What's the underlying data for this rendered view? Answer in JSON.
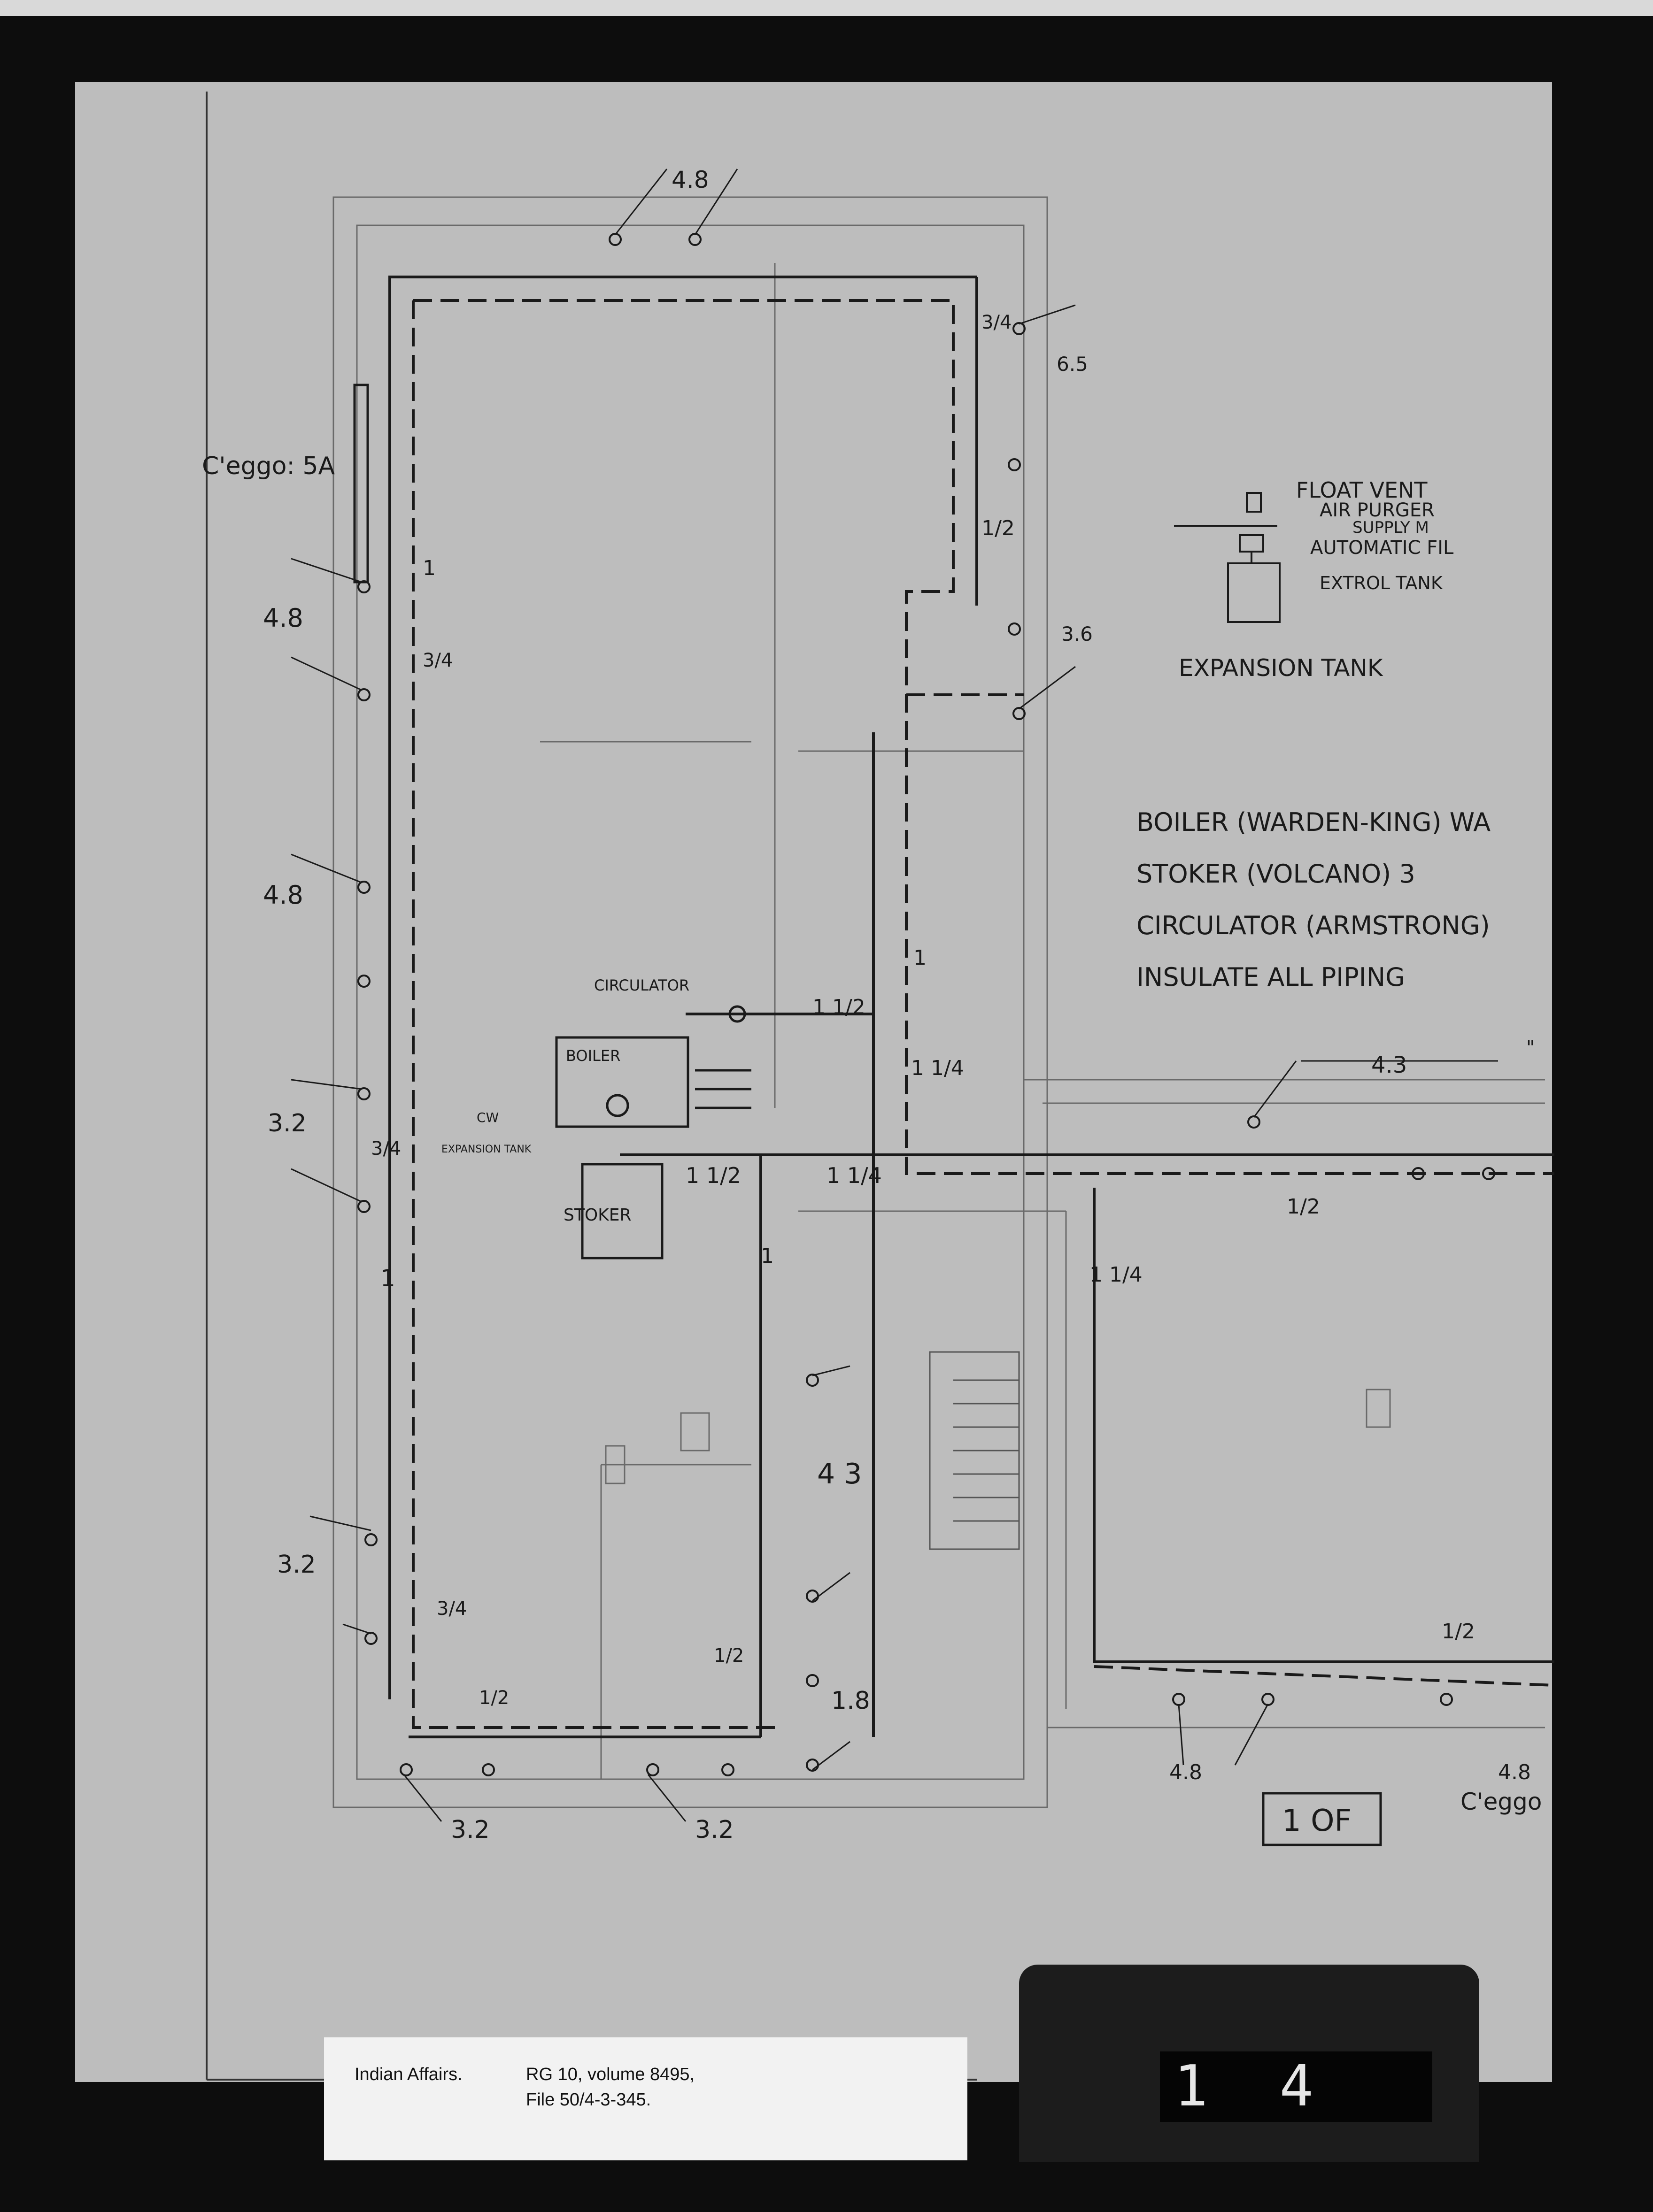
{
  "drawing": {
    "top_run_size": "4.8",
    "right_run_sizes": [
      "3/4",
      "6.5",
      "1/2",
      "3.6"
    ],
    "left_run_sizes": [
      "C'eggo: 5A",
      "4.8",
      "1",
      "3/4",
      "4.8",
      "3.2",
      "3/4",
      "1",
      "3.2",
      "3/4"
    ],
    "circulator_label": "CIRCULATOR",
    "boiler_label": "BOILER",
    "expansion_tank_small": "EXPANSION TANK",
    "stoker_label": "STOKER",
    "cw_label": "CW",
    "center_pipe_sizes": [
      "1 1/2",
      "1",
      "1 1/4",
      "1 1/2",
      "1 1/4",
      "1"
    ],
    "lower_center_sizes": [
      "4 3",
      "1/2",
      "1.8",
      "1/2"
    ],
    "bottom_runs": [
      "3.2",
      "3.2"
    ],
    "east_sizes": [
      "1/2",
      "1 1/4",
      "4.3",
      "\""
    ],
    "south_east_sizes": [
      "1/2",
      "4.8",
      "4.8",
      "C'eggo"
    ],
    "expansion_tank_legend": {
      "lines": [
        "FLOAT VENT",
        "AIR PURGER",
        "SUPPLY M",
        "AUTOMATIC FIL",
        "EXTROL TANK"
      ],
      "title": "EXPANSION TANK"
    },
    "notes": [
      "BOILER (WARDEN-KING) WA",
      "STOKER (VOLCANO) 3",
      "CIRCULATOR (ARMSTRONG)",
      "INSULATE ALL PIPING"
    ],
    "sheet_mark": "1 OF"
  },
  "archive_label": {
    "agency": "Indian Affairs.",
    "reference_line1": "RG 10, volume 8495,",
    "reference_line2": "File 50/4-3-345."
  },
  "frame_counter": "1 4"
}
